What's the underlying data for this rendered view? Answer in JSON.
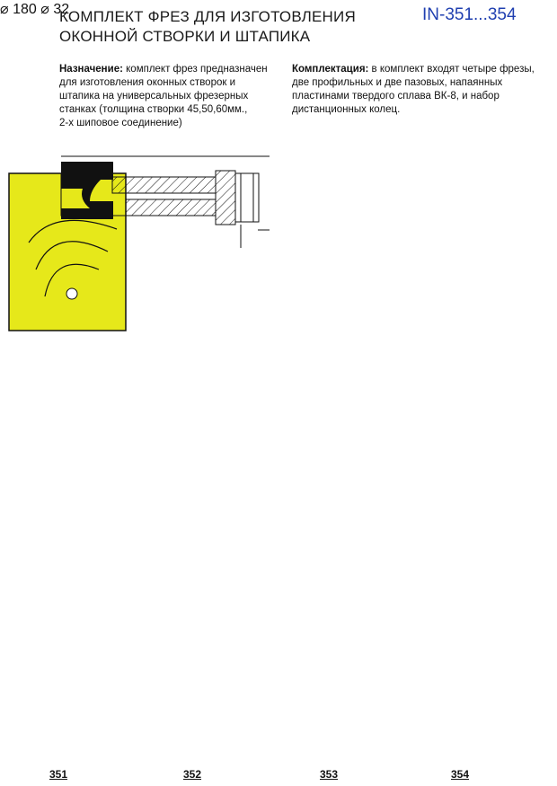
{
  "header": {
    "title_line1": "КОМПЛЕКТ ФРЕЗ ДЛЯ ИЗГОТОВЛЕНИЯ",
    "title_line2": "ОКОННОЙ СТВОРКИ И ШТАПИКА",
    "code": "IN-351...354"
  },
  "purpose": {
    "label": "Назначение:",
    "lines": [
      " комплект фрез предназначен",
      "для изготовления оконных створок и",
      "штапика на универсальных фрезерных",
      "станках (толщина створки 45,50,60мм.,",
      "2-х шиповое соединение)"
    ]
  },
  "kit": {
    "label": "Комплектация:",
    "lines": [
      " в комплект входят четыре фрезы,",
      "две профильных и две пазовых, напаянных",
      "пластинами твердого сплава ВК-8, и  набор",
      "дистанционных колец."
    ]
  },
  "dimensions": {
    "outer": "⌀ 180",
    "bore": "⌀ 32"
  },
  "profiles": [
    "351",
    "352",
    "353",
    "354"
  ],
  "colors": {
    "wood": "#e6e81a",
    "cutter": "#111111",
    "title_code": "#1f3fb0"
  }
}
